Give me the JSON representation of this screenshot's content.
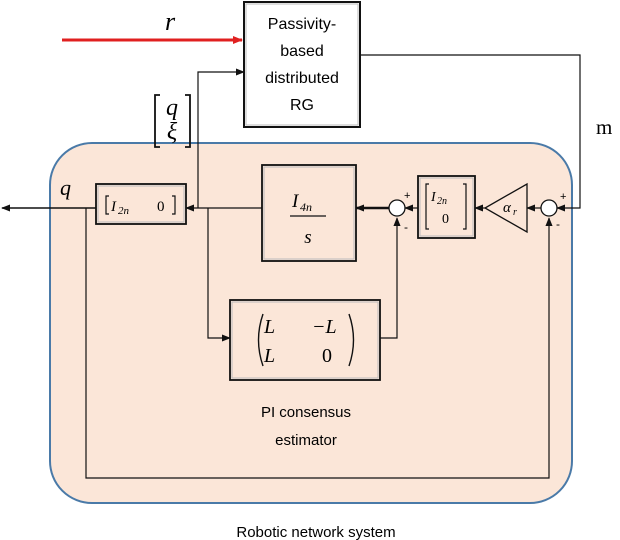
{
  "signals": {
    "reference": "r",
    "state_stack_top": "q",
    "state_stack_bottom": "ξ",
    "output": "q",
    "feedback": "m"
  },
  "rg_block": {
    "line1": "Passivity-",
    "line2": "based",
    "line3": "distributed",
    "line4": "RG"
  },
  "selector_block": {
    "identity": "I",
    "identity_sub": "2n",
    "zero": "0"
  },
  "integrator_block": {
    "numerator": "I",
    "numerator_sub": "4n",
    "denominator": "s"
  },
  "lift_block": {
    "identity": "I",
    "identity_sub": "2n",
    "zero": "0"
  },
  "gain_block": {
    "symbol": "α",
    "symbol_sub": "r"
  },
  "laplacian_block": {
    "r1c1": "L",
    "r1c2": "−L",
    "r2c1": "L",
    "r2c2": "0"
  },
  "summing_junctions": {
    "inner_plus": "+",
    "inner_minus": "-",
    "outer_plus": "+",
    "outer_minus": "-"
  },
  "labels": {
    "estimator_line1": "PI consensus",
    "estimator_line2": "estimator",
    "system_caption": "Robotic network system"
  },
  "colors": {
    "system_fill": "#fbe6d8",
    "system_border": "#4a7aa8",
    "reference_arrow": "#e02020",
    "line": "#111111"
  }
}
